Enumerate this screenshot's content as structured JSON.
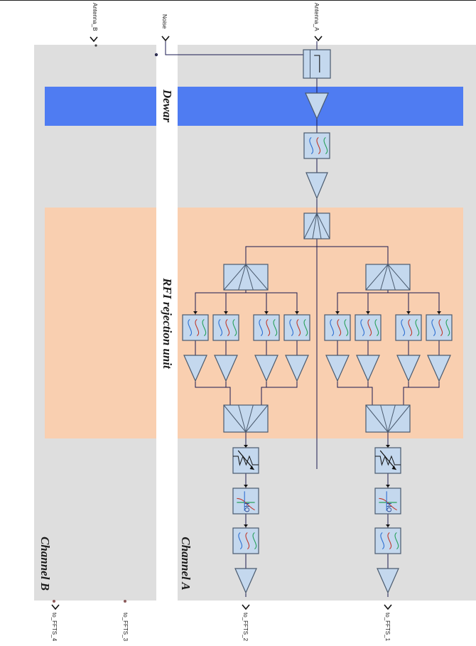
{
  "labels": {
    "dewar": "Dewar",
    "rfi": "RFI rejection unit",
    "channel_a": "Channel A",
    "channel_b": "Channel B"
  },
  "ports": {
    "antenna_a": "Antenna_A",
    "antenna_b": "Antenna_B",
    "noise": "Noise",
    "out1": "to_FFTS_1",
    "out2": "to_FFTS_2",
    "out3": "to_FFTS_3",
    "out4": "to_FFTS_4"
  },
  "filter_marks": {
    "ho": "HO"
  },
  "colors": {
    "channel_bg": "#dedede",
    "dewar": "#4f7cf2",
    "rfi": "#f9cfb0",
    "component_fill": "#c4d8ee",
    "component_stroke": "#4a5a6e",
    "wire": "#1a1a50"
  }
}
